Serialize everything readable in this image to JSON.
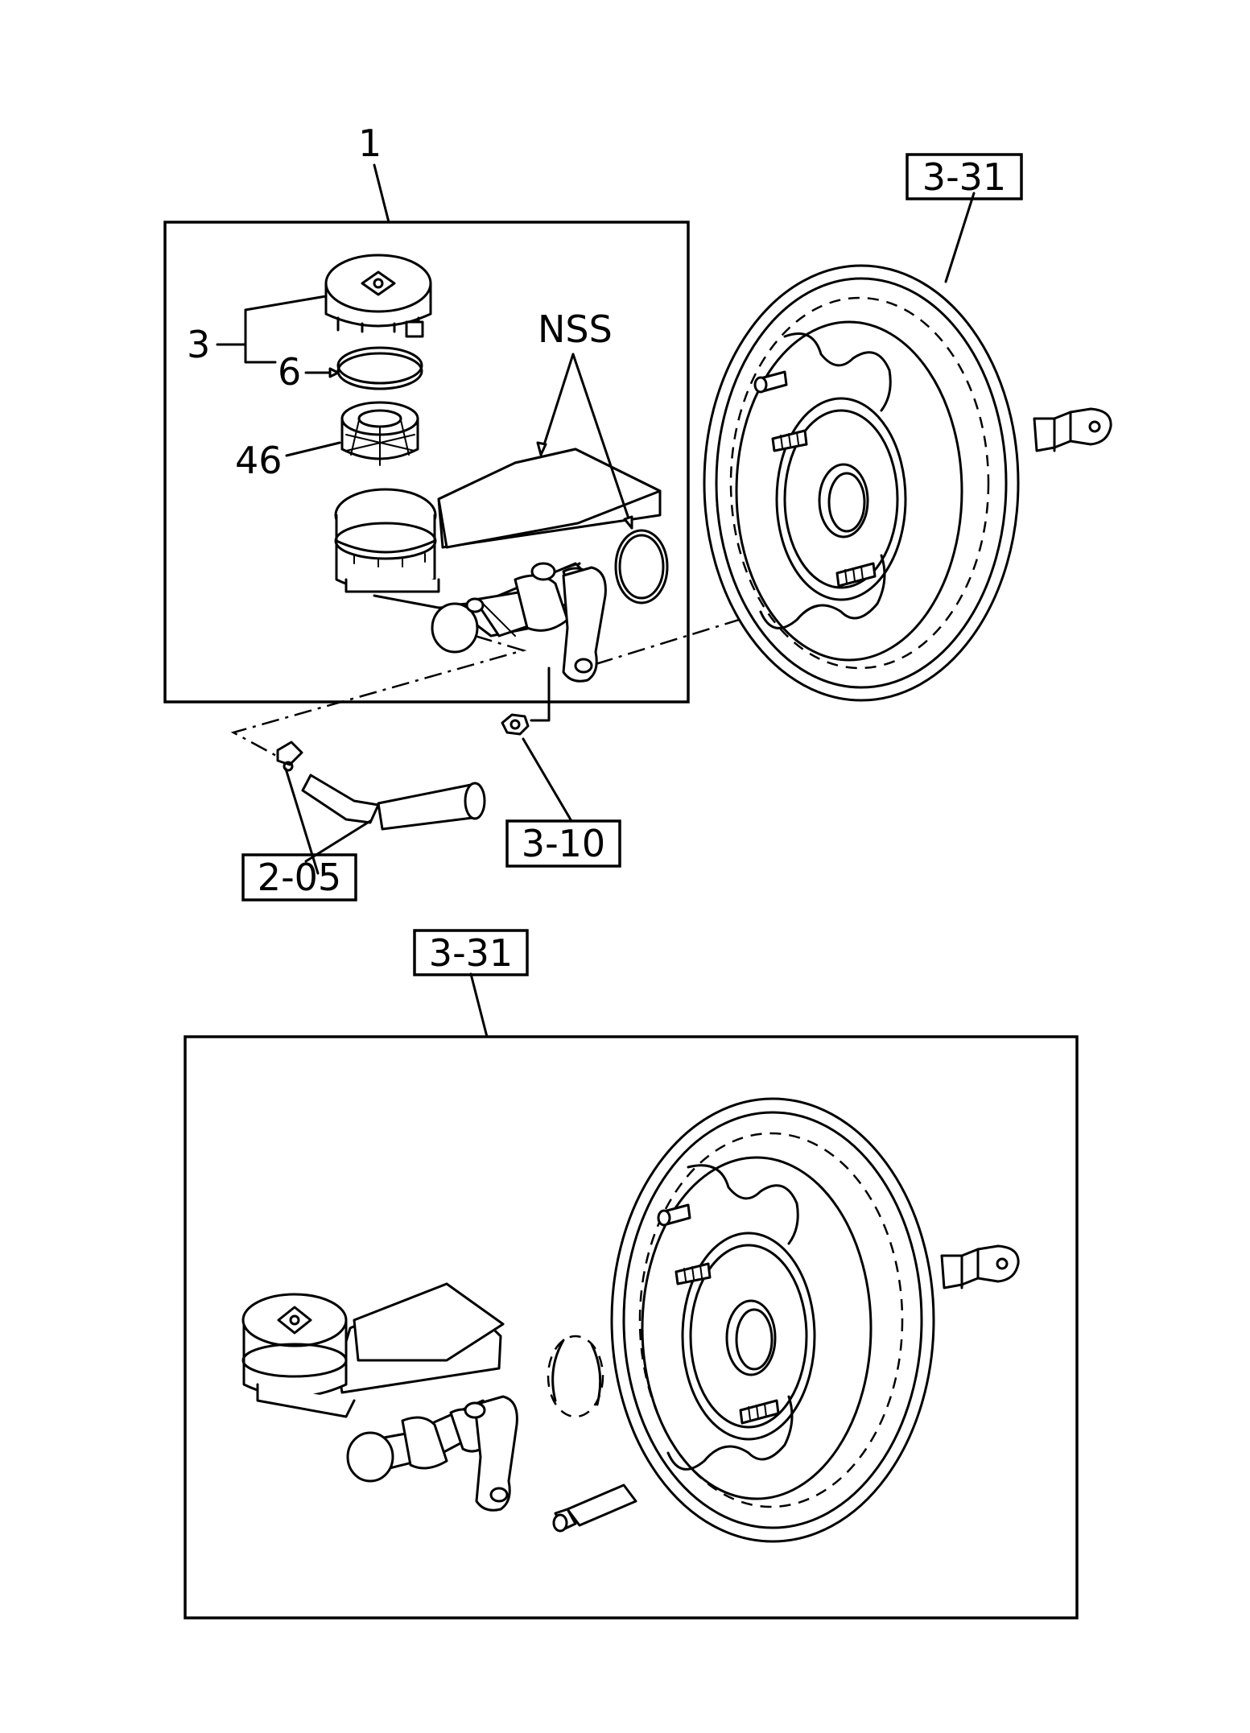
{
  "diagram": {
    "labels": {
      "assembly": "1",
      "cap": "3",
      "seal": "6",
      "strainer": "46",
      "not_serviced": "NSS",
      "booster_ref_top": "3-31",
      "nut_ref": "3-10",
      "pipe_ref": "2-05",
      "booster_ref_bottom": "3-31"
    }
  }
}
